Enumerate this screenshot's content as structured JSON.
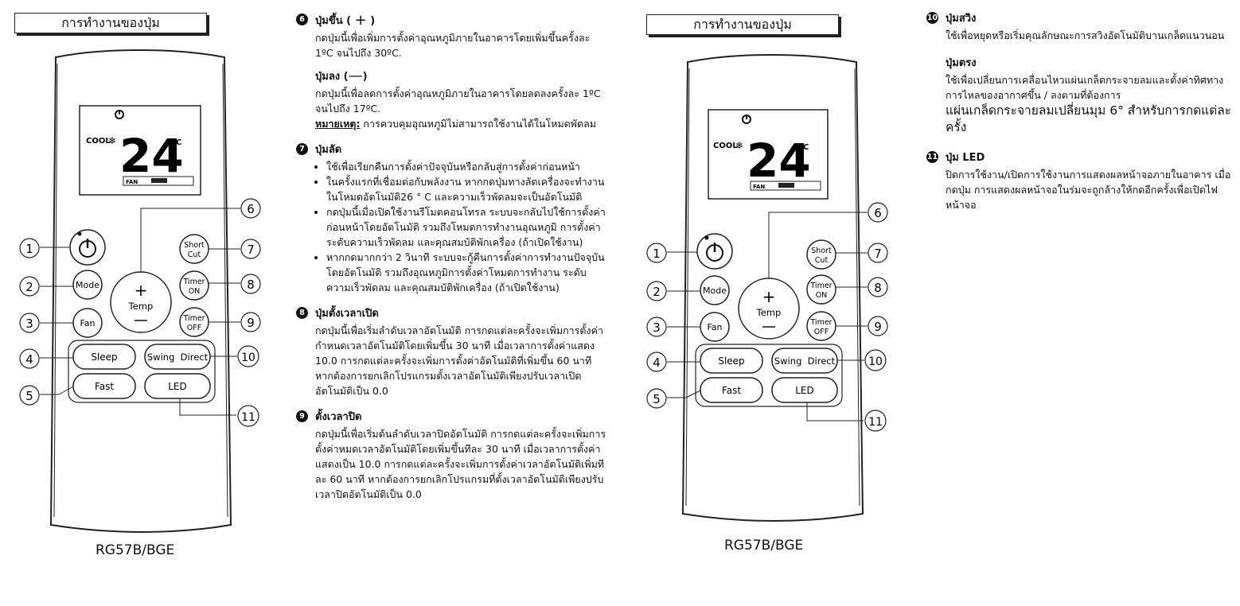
{
  "page_title": "การทำงานของปุ่ม",
  "remote": {
    "display": {
      "mode": "COOL",
      "temp": "24",
      "unit": "°C",
      "fan_label": "FAN"
    },
    "buttons": {
      "power": "",
      "mode": "Mode",
      "fan": "Fan",
      "temp_plus": "+",
      "temp_label": "Temp",
      "temp_minus": "—",
      "short_cut_1": "Short",
      "short_cut_2": "Cut",
      "timer_on_1": "Timer",
      "timer_on_2": "ON",
      "timer_off_1": "Timer",
      "timer_off_2": "OFF",
      "sleep": "Sleep",
      "swing_direct": "Swing  Direct",
      "fast": "Fast",
      "led": "LED"
    },
    "callouts": [
      "1",
      "2",
      "3",
      "4",
      "5",
      "6",
      "7",
      "8",
      "9",
      "10",
      "11"
    ],
    "model": "RG57B/BGE"
  },
  "col1": {
    "s6": {
      "num": "6",
      "head": "ปุ่มขึ้น (",
      "head_sym": "+",
      "head_end": ")",
      "text": "กดปุ่มนี้เพื่อเพิ่มการตั้งค่าอุณหภูมิภายในอาคารโดยเพิ่มขึ้นครั้งละ 1ºC จนไปถึง 30ºC.",
      "sub_head": "ปุ่มลง (",
      "sub_sym": "—",
      "sub_end": ")",
      "sub_text": "กดปุ่มนี้เพื่อลดการตั้งค่าอุณหภูมิภายในอาคารโดยลดลงครั้งละ 1ºC  จนไปถึง 17ºC.",
      "note_label": "หมายเหตุ:",
      "note_text": " การควบคุมอุณหภูมิไม่สามารถใช้งานได้ในโหมดพัดลม"
    },
    "s7": {
      "num": "7",
      "head": "ปุ่มลัด",
      "items": [
        "ใช้เพื่อเรียกคืนการตั้งค่าปัจจุบันหรือกลับสู่การตั้งค่าก่อนหน้า",
        "ในครั้งแรกที่เชื่อมต่อกับพลังงาน หากกดปุ่มทางลัดเครื่องจะทำงานในโหมดอัตโนมัติ26 ° C และความเร็วพัดลมจะเป็นอัตโนมัติ",
        "กดปุ่มนี้เมื่อเปิดใช้งานรีโมตคอนโทรล ระบบจะกลับไปใช้การตั้งค่าก่อนหน้าโดยอัตโนมัติ รวมถึงโหมดการทำงานอุณหภูมิ การตั้งค่า ระดับความเร็วพัดลม และคุณสมบัติพักเครื่อง (ถ้าเปิดใช้งาน)",
        "หากกดมากกว่า 2 วินาที ระบบจะกู้คืนการตั้งค่าการทำงานปัจจุบันโดยอัตโนมัติ รวมถึงอุณหภูมิการตั้งค่าโหมดการทำงาน ระดับความเร็วพัดลม และคุณสมบัติพักเครื่อง (ถ้าเปิดใช้งาน)"
      ]
    },
    "s8": {
      "num": "8",
      "head": "ปุ่มตั้งเวลาเปิด",
      "text": "กดปุ่มนี้เพื่อเริ่มลำดับเวลาอัตโนมัติ การกดแต่ละครั้งจะเพิ่มการตั้งค่ากำหนดเวลาอัตโนมัติโดยเพิ่มขึ้น 30 นาที เมื่อเวลาการตั้งค่าแสดง 10.0 การกดแต่ละครั้งจะเพิ่มการตั้งค่าอัตโนมัติที่เพิ่มขึ้น 60 นาที หากต้องการยกเลิกโปรแกรมตั้งเวลาอัตโนมัติเพียงปรับเวลาเปิดอัตโนมัติเป็น 0.0"
    },
    "s9": {
      "num": "9",
      "head": "ตั้งเวลาปิด",
      "text": "กดปุ่มนี้เพื่อเริ่มต้นลำดับเวลาปิดอัตโนมัติ การกดแต่ละครั้งจะเพิ่มการตั้งค่าหมดเวลาอัตโนมัติโดยเพิ่มขึ้นทีละ 30 นาที เมื่อเวลาการตั้งค่าแสดงเป็น 10.0 การกดแต่ละครั้งจะเพิ่มการตั้งค่าเวลาอัตโนมัติเพิ่มทีละ 60 นาที หากต้องการยกเลิกโปรแกรมที่ตั้งเวลาอัตโนมัติเพียงปรับเวลาปิดอัตโนมัติเป็น 0.0"
    }
  },
  "col2": {
    "s10": {
      "num": "10",
      "head": "ปุ่มสวิง",
      "text": "ใช้เพื่อหยุดหรือเริ่มคุณลักษณะการสวิงอัตโนมัติบานเกล็ดแนวนอน",
      "sub_head": "ปุ่มตรง",
      "sub_text": "ใช้เพื่อเปลี่ยนการเคลื่อนไหวแผ่นเกล็ดกระจายลมและตั้งค่าทิศทางการไหลของอากาศขึ้น / ลงตามที่ต้องการ",
      "big_text": "แผ่นเกล็ดกระจายลมเปลี่ยนมุม 6° สำหรับการกดแต่ละครั้ง"
    },
    "s11": {
      "num": "11",
      "head": "ปุ่ม LED",
      "text": "ปิดการใช้งาน/เปิดการใช้งานการแสดงผลหน้าจอภายในอาคาร เมื่อกดปุ่ม การแสดงผลหน้าจอในร่มจะถูกล้างให้กดอีกครั้งเพื่อเปิดไฟหน้าจอ"
    }
  }
}
